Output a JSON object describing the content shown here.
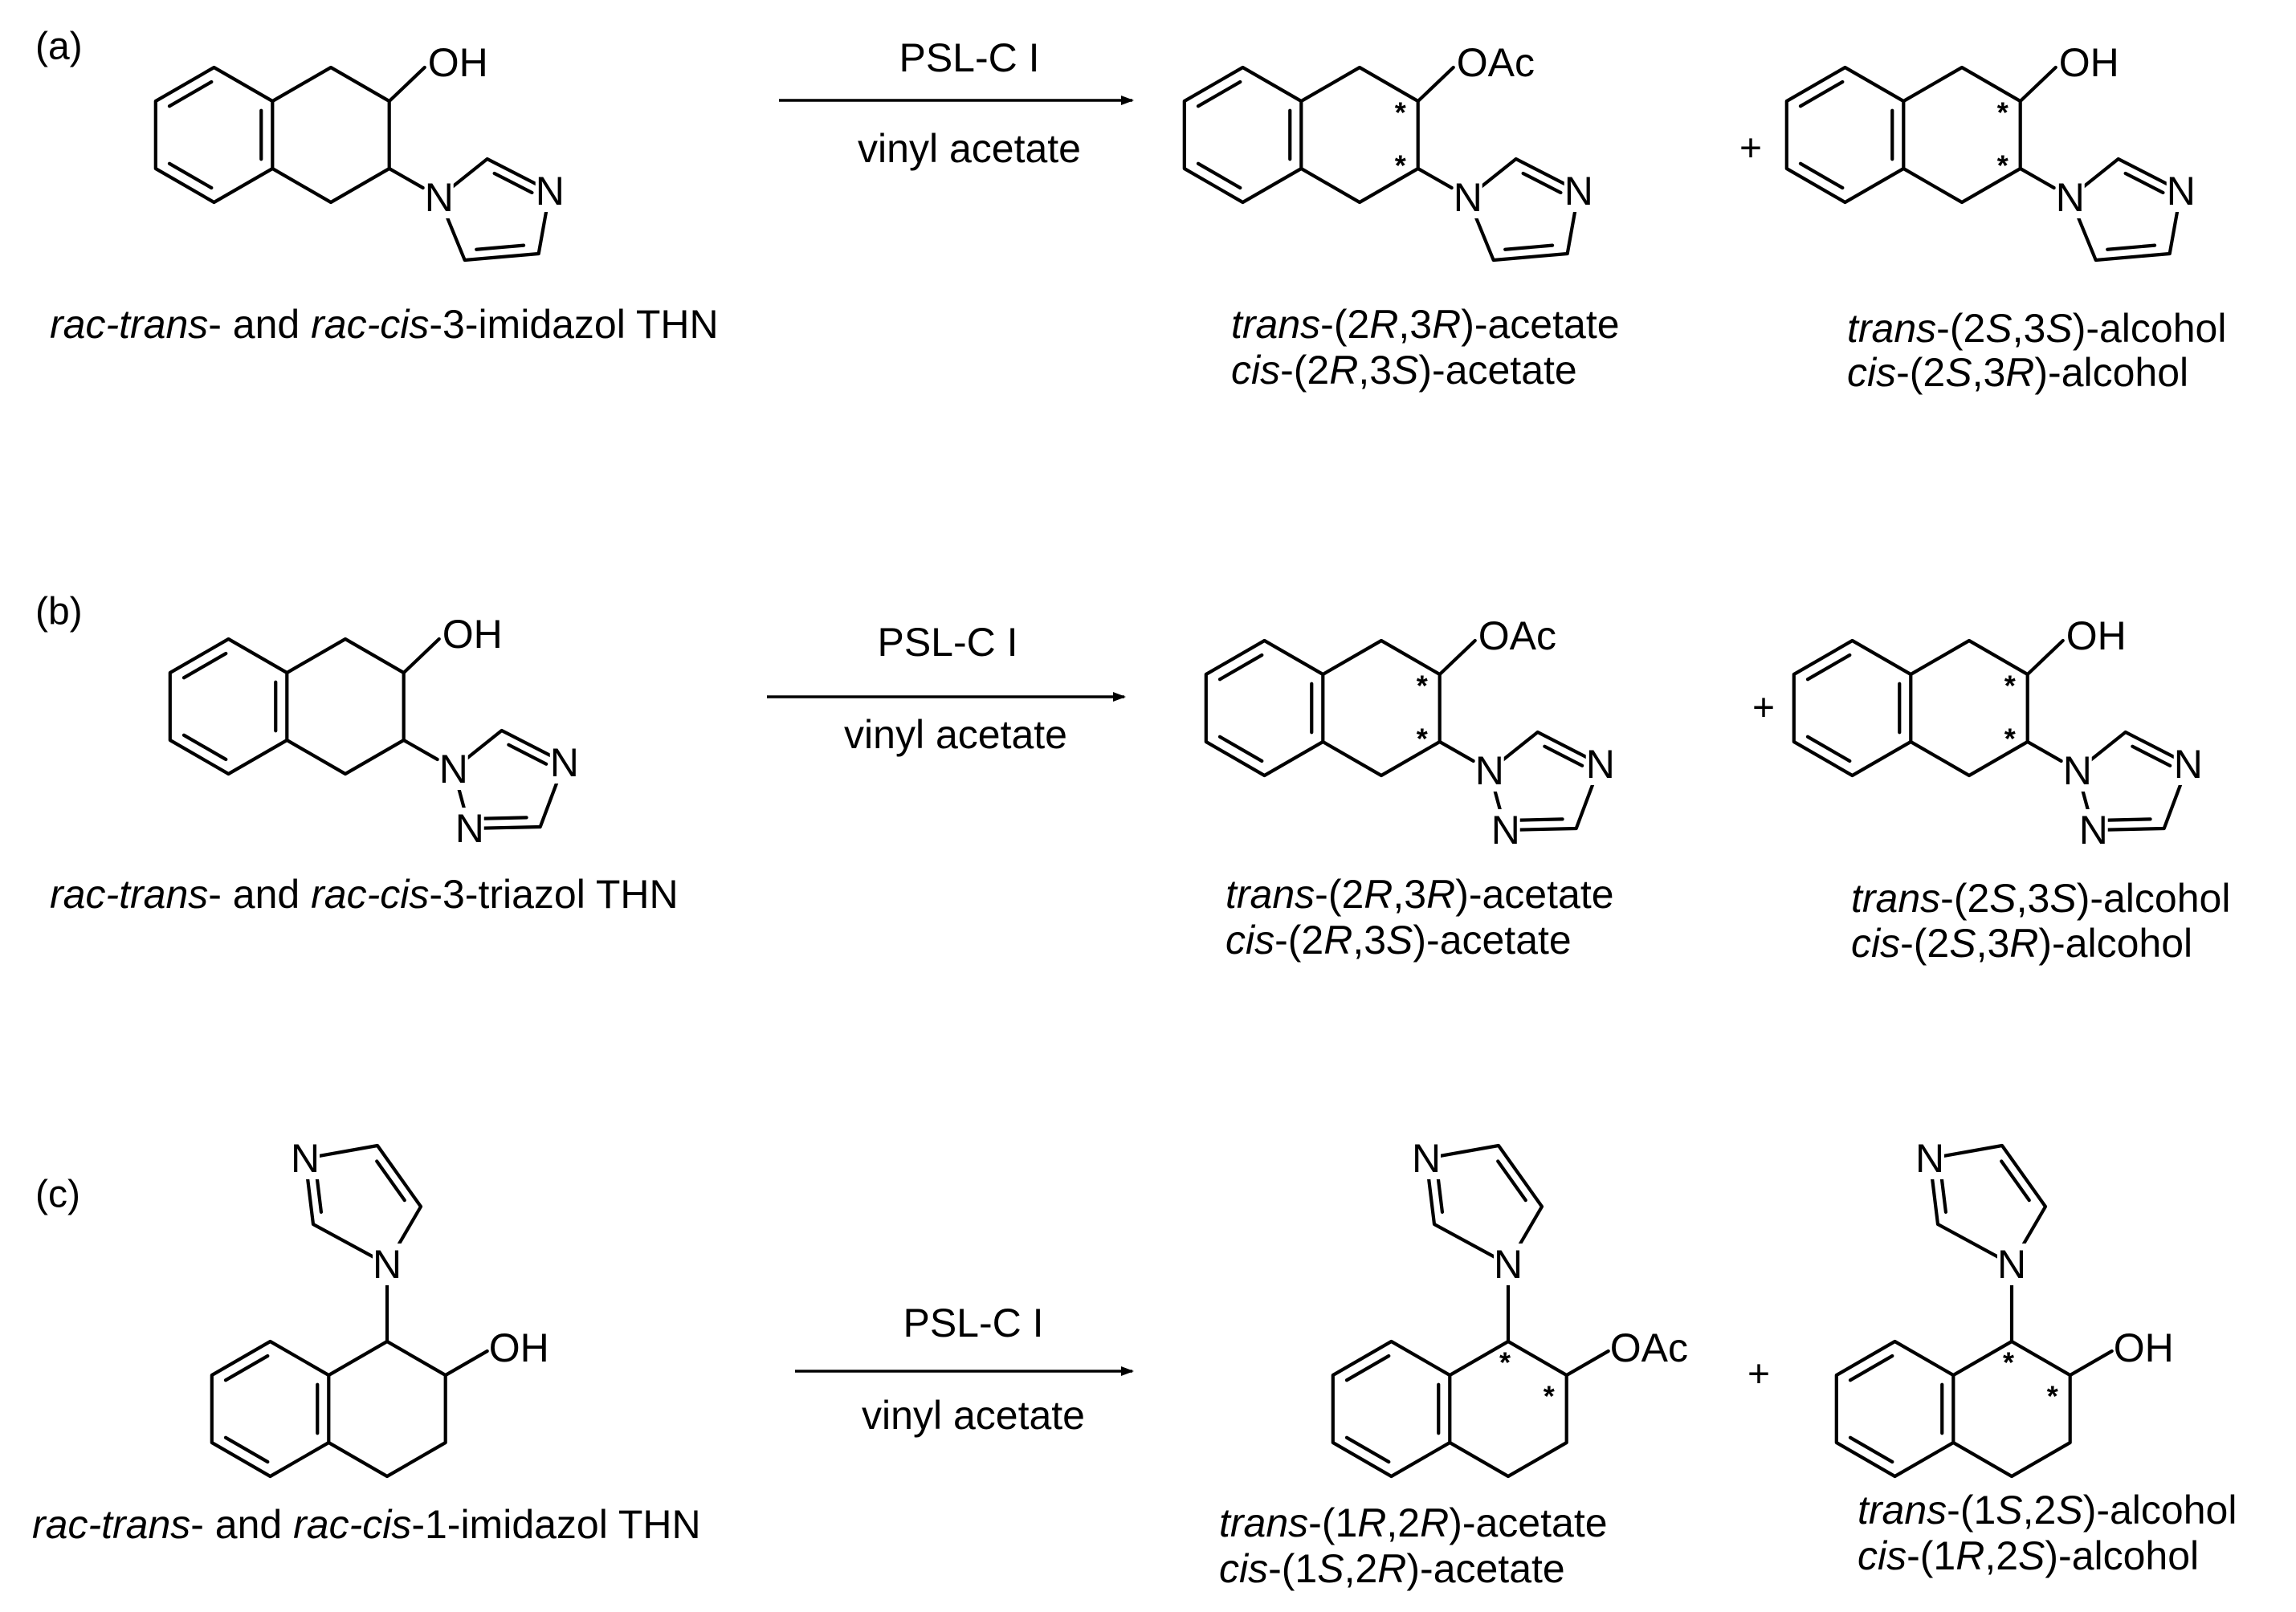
{
  "colors": {
    "ink": "#000000",
    "background": "#ffffff"
  },
  "rows": [
    {
      "panel_label": "(a)",
      "reagent": "PSL-C I",
      "solvent": "vinyl acetate",
      "substrate_caption": {
        "parts": [
          {
            "t": "rac-trans",
            "i": true
          },
          {
            "t": "- and "
          },
          {
            "t": "rac-cis",
            "i": true
          },
          {
            "t": "-3-imidazol THN"
          }
        ]
      },
      "substituent": "OH",
      "acetate_group": "OAc",
      "alcohol_group": "OH",
      "heterocycle_atoms": [
        "N",
        "N"
      ],
      "stereo_marks": [
        "*",
        "*"
      ],
      "plus": "+",
      "acetate_caption": [
        [
          {
            "t": "trans",
            "i": true
          },
          {
            "t": "-(2"
          },
          {
            "t": "R",
            "i": true
          },
          {
            "t": ",3"
          },
          {
            "t": "R",
            "i": true
          },
          {
            "t": ")-acetate"
          }
        ],
        [
          {
            "t": "cis",
            "i": true
          },
          {
            "t": "-(2"
          },
          {
            "t": "R",
            "i": true
          },
          {
            "t": ",3"
          },
          {
            "t": "S",
            "i": true
          },
          {
            "t": ")-acetate"
          }
        ]
      ],
      "alcohol_caption": [
        [
          {
            "t": "trans",
            "i": true
          },
          {
            "t": "-(2"
          },
          {
            "t": "S",
            "i": true
          },
          {
            "t": ",3"
          },
          {
            "t": "S",
            "i": true
          },
          {
            "t": ")-alcohol"
          }
        ],
        [
          {
            "t": "cis",
            "i": true
          },
          {
            "t": "-(2"
          },
          {
            "t": "S",
            "i": true
          },
          {
            "t": ",3"
          },
          {
            "t": "R",
            "i": true
          },
          {
            "t": ")-alcohol"
          }
        ]
      ]
    },
    {
      "panel_label": "(b)",
      "reagent": "PSL-C I",
      "solvent": "vinyl acetate",
      "substrate_caption": {
        "parts": [
          {
            "t": "rac-trans",
            "i": true
          },
          {
            "t": "- and "
          },
          {
            "t": "rac-cis",
            "i": true
          },
          {
            "t": "-3-triazol THN"
          }
        ]
      },
      "substituent": "OH",
      "acetate_group": "OAc",
      "alcohol_group": "OH",
      "heterocycle_atoms": [
        "N",
        "N",
        "N"
      ],
      "stereo_marks": [
        "*",
        "*"
      ],
      "plus": "+",
      "acetate_caption": [
        [
          {
            "t": "trans",
            "i": true
          },
          {
            "t": "-(2"
          },
          {
            "t": "R",
            "i": true
          },
          {
            "t": ",3"
          },
          {
            "t": "R",
            "i": true
          },
          {
            "t": ")-acetate"
          }
        ],
        [
          {
            "t": "cis",
            "i": true
          },
          {
            "t": "-(2"
          },
          {
            "t": "R",
            "i": true
          },
          {
            "t": ",3"
          },
          {
            "t": "S",
            "i": true
          },
          {
            "t": ")-acetate"
          }
        ]
      ],
      "alcohol_caption": [
        [
          {
            "t": "trans",
            "i": true
          },
          {
            "t": "-(2"
          },
          {
            "t": "S",
            "i": true
          },
          {
            "t": ",3"
          },
          {
            "t": "S",
            "i": true
          },
          {
            "t": ")-alcohol"
          }
        ],
        [
          {
            "t": "cis",
            "i": true
          },
          {
            "t": "-(2"
          },
          {
            "t": "S",
            "i": true
          },
          {
            "t": ",3"
          },
          {
            "t": "R",
            "i": true
          },
          {
            "t": ")-alcohol"
          }
        ]
      ]
    },
    {
      "panel_label": "(c)",
      "reagent": "PSL-C I",
      "solvent": "vinyl acetate",
      "substrate_caption": {
        "parts": [
          {
            "t": "rac-trans",
            "i": true
          },
          {
            "t": "- and "
          },
          {
            "t": "rac-cis",
            "i": true
          },
          {
            "t": "-1-imidazol THN"
          }
        ]
      },
      "substituent": "OH",
      "acetate_group": "OAc",
      "alcohol_group": "OH",
      "heterocycle_atoms": [
        "N",
        "N"
      ],
      "stereo_marks": [
        "*",
        "*"
      ],
      "plus": "+",
      "acetate_caption": [
        [
          {
            "t": "trans",
            "i": true
          },
          {
            "t": "-(1"
          },
          {
            "t": "R",
            "i": true
          },
          {
            "t": ",2"
          },
          {
            "t": "R",
            "i": true
          },
          {
            "t": ")-acetate"
          }
        ],
        [
          {
            "t": "cis",
            "i": true
          },
          {
            "t": "-(1"
          },
          {
            "t": "S",
            "i": true
          },
          {
            "t": ",2"
          },
          {
            "t": "R",
            "i": true
          },
          {
            "t": ")-acetate"
          }
        ]
      ],
      "alcohol_caption": [
        [
          {
            "t": "trans",
            "i": true
          },
          {
            "t": "-(1"
          },
          {
            "t": "S",
            "i": true
          },
          {
            "t": ",2"
          },
          {
            "t": "S",
            "i": true
          },
          {
            "t": ")-alcohol"
          }
        ],
        [
          {
            "t": "cis",
            "i": true
          },
          {
            "t": "-(1"
          },
          {
            "t": "R",
            "i": true
          },
          {
            "t": ",2"
          },
          {
            "t": "S",
            "i": true
          },
          {
            "t": ")-alcohol"
          }
        ]
      ]
    }
  ]
}
